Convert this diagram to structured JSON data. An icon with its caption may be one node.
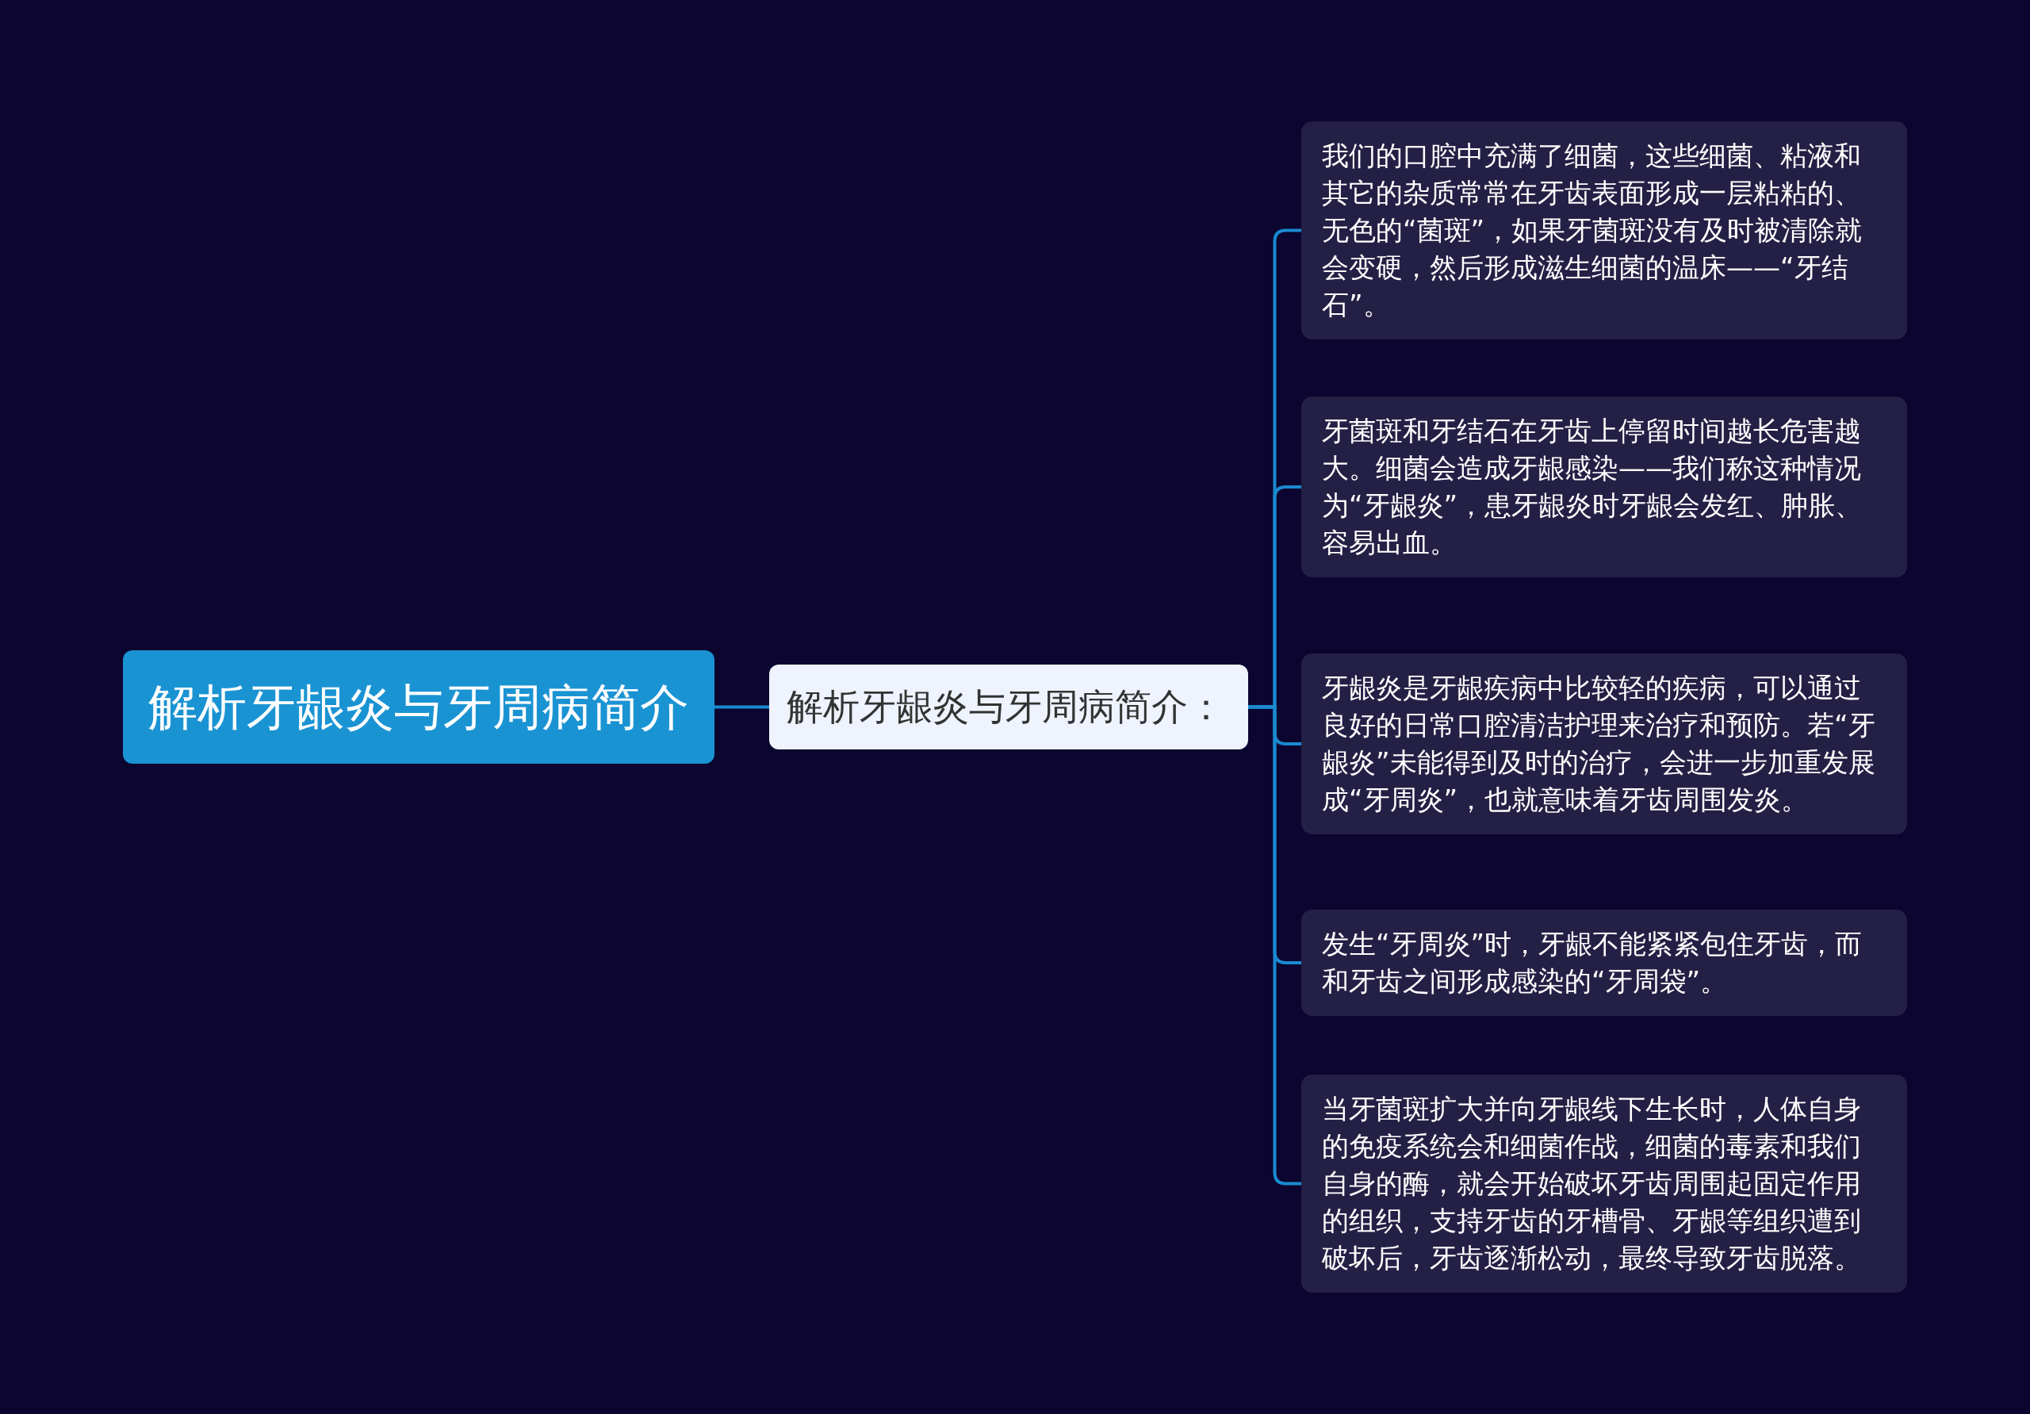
{
  "diagram": {
    "nodes": [
      {
        "text": [
          "解析牙龈炎与牙周病简介"
        ]
      },
      {
        "text": [
          "解析牙龈炎与牙周病简介："
        ]
      },
      {
        "text": [
          "我们的口腔中充满了细菌，这些细菌、粘液和其它的杂质常常在牙齿表面形成一层粘粘的、无色的“菌斑”，如果牙菌斑没有及时被清除就会变硬，然后形成滋生细菌的温床——“牙结石”。"
        ]
      },
      {
        "text": [
          "牙菌斑和牙结石在牙齿上停留时间越长危害越大。细菌会造成牙龈感染——我们称这种情况为“牙龈炎”，患牙龈炎时牙龈会发红、肿胀、容易出血。"
        ]
      },
      {
        "text": [
          "牙龈炎是牙龈疾病中比较轻的疾病，可以通过良好的日常口腔清洁护理来治疗和预防。若“牙龈炎”未能得到及时的治疗，会进一步加重发展成“牙周炎”，也就意味着牙齿周围发炎。"
        ]
      },
      {
        "text": [
          "发生“牙周炎”时，牙龈不能紧紧包住牙齿，而和牙齿之间形成感染的“牙周袋”。"
        ]
      },
      {
        "text": [
          "当牙菌斑扩大并向牙龈线下生长时，人体自身的免疫系统会和细菌作战，细菌的毒素和我们自身的酶，就会开始破坏牙齿周围起固定作用的组织，支持牙齿的牙槽骨、牙龈等组织遭到破坏后，牙齿逐渐松动，最终导致牙齿脱落。"
        ]
      }
    ],
    "edges": [
      {
        "from": 0,
        "to": 1,
        "arrow": "none"
      },
      {
        "from": 1,
        "to": 2,
        "arrow": "none"
      },
      {
        "from": 1,
        "to": 3,
        "arrow": "none"
      },
      {
        "from": 1,
        "to": 4,
        "arrow": "none"
      },
      {
        "from": 1,
        "to": 5,
        "arrow": "none"
      },
      {
        "from": 1,
        "to": 6,
        "arrow": "none"
      }
    ]
  }
}
